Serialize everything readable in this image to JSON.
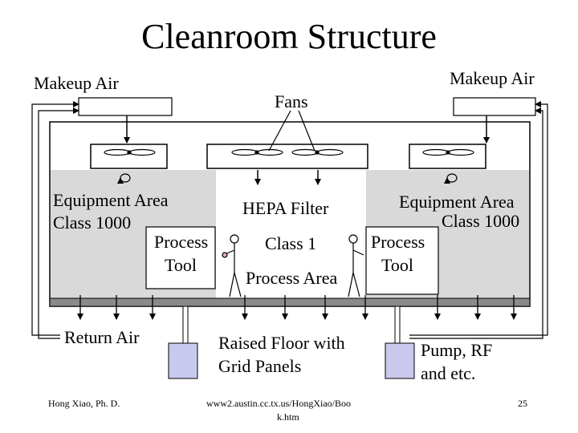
{
  "title": "Cleanroom Structure",
  "labels": {
    "makeup_air_left": "Makeup Air",
    "makeup_air_right": "Makeup Air",
    "fans": "Fans",
    "equipment_area_left_1": "Equipment Area",
    "equipment_area_left_2": "Class 1000",
    "equipment_area_right_1": "Equipment Area",
    "equipment_area_right_2": "Class 1000",
    "hepa_filter": "HEPA Filter",
    "class_1": "Class 1",
    "process_area": "Process Area",
    "process_tool_left_1": "Process",
    "process_tool_left_2": "Tool",
    "process_tool_right_1": "Process",
    "process_tool_right_2": "Tool",
    "return_air": "Return Air",
    "raised_floor_1": "Raised Floor with",
    "raised_floor_2": "Grid Panels",
    "pump_1": "Pump, RF",
    "pump_2": "and etc."
  },
  "footer": {
    "author": "Hong Xiao, Ph. D.",
    "url_1": "www2.austin.cc.tx.us/HongXiao/Boo",
    "url_2": "k.htm",
    "page": "25"
  },
  "colors": {
    "equipment_area": "#d9d9d9",
    "raised_floor": "#8a8a8a",
    "pump": "#c9c9ee",
    "line": "#000000"
  }
}
